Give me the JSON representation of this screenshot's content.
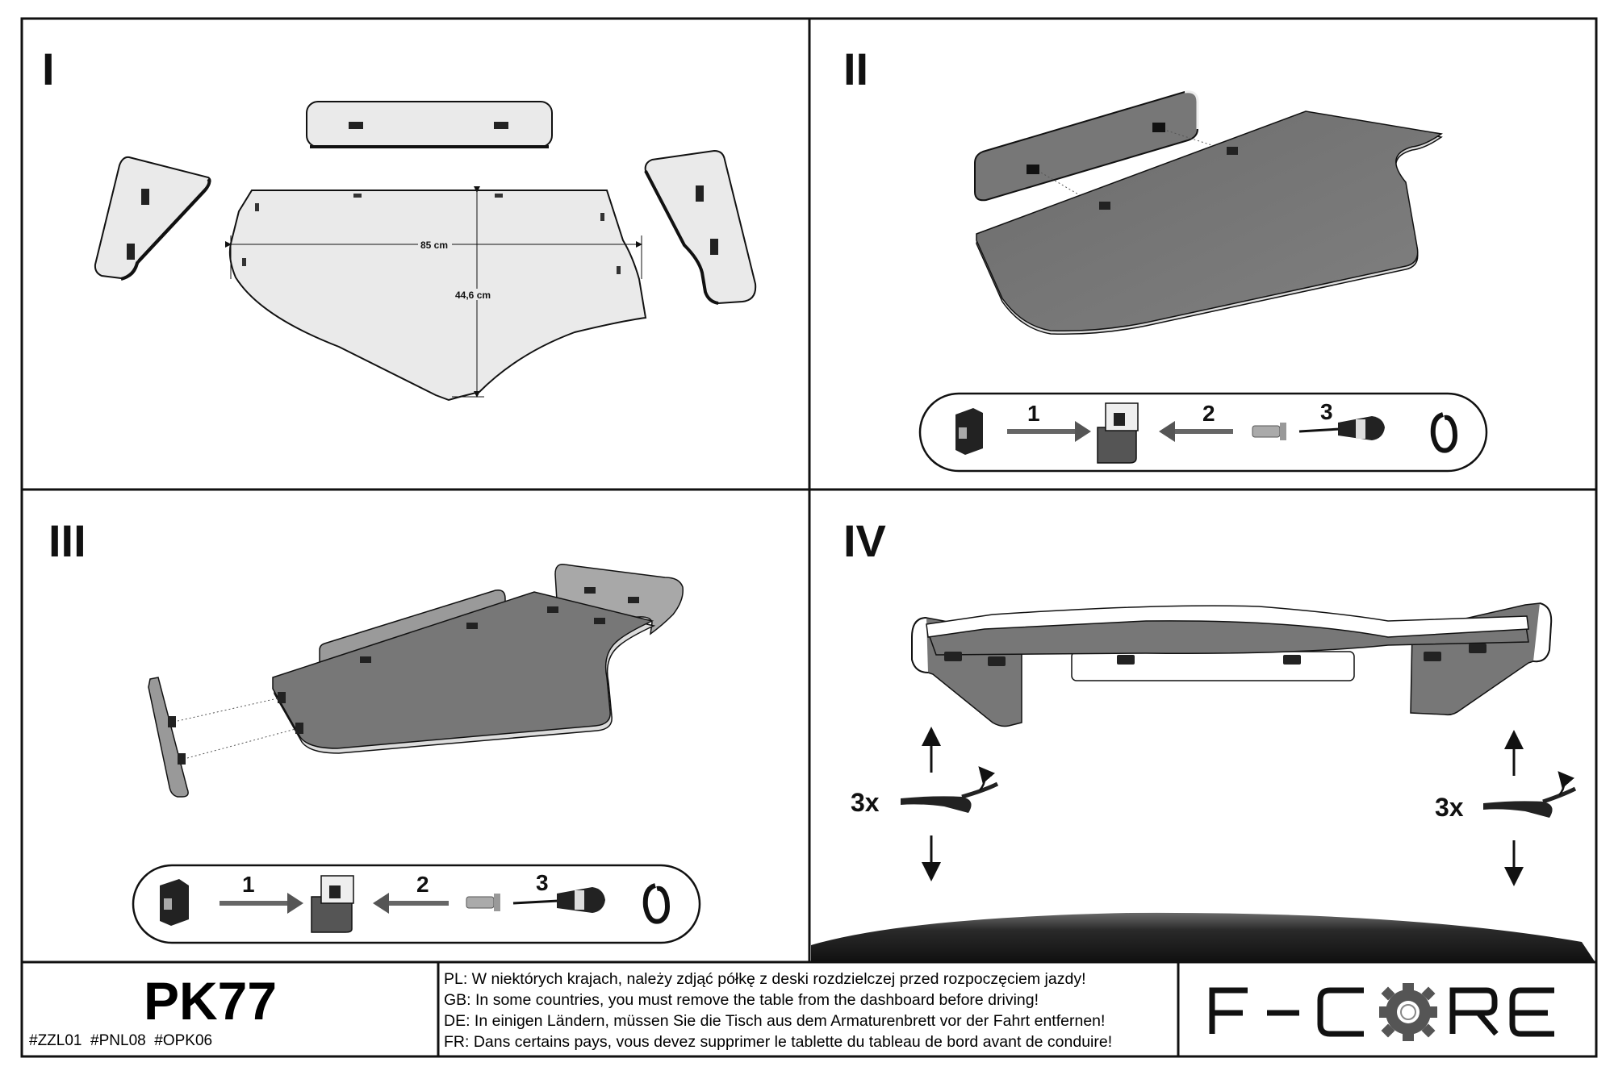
{
  "panels": [
    {
      "number": "I",
      "dimensions": {
        "width": "85 cm",
        "depth": "44,6 cm"
      }
    },
    {
      "number": "II",
      "steps": [
        "1",
        "2",
        "3"
      ]
    },
    {
      "number": "III",
      "steps": [
        "1",
        "2",
        "3"
      ]
    },
    {
      "number": "IV",
      "repeat_left": "3x",
      "repeat_right": "3x"
    }
  ],
  "footer": {
    "model": "PK77",
    "codes": "#ZZL01  #PNL08  #OPK06",
    "warnings": [
      "PL: W niektórych krajach, należy zdjąć półkę z deski rozdzielczej przed rozpoczęciem jazdy!",
      "GB: In some countries, you must remove the table from the dashboard before driving!",
      "DE: In einigen Ländern, müssen Sie die Tisch aus dem Armaturenbrett vor der Fahrt entfernen!",
      "FR: Dans certains pays, vous devez supprimer le tablette du tableau de bord avant de conduire!"
    ],
    "brand": "F-CORE"
  },
  "colors": {
    "board": "#707070",
    "light_part": "#eaeaea",
    "dashboard": "#2a2a2a",
    "line": "#111111"
  }
}
